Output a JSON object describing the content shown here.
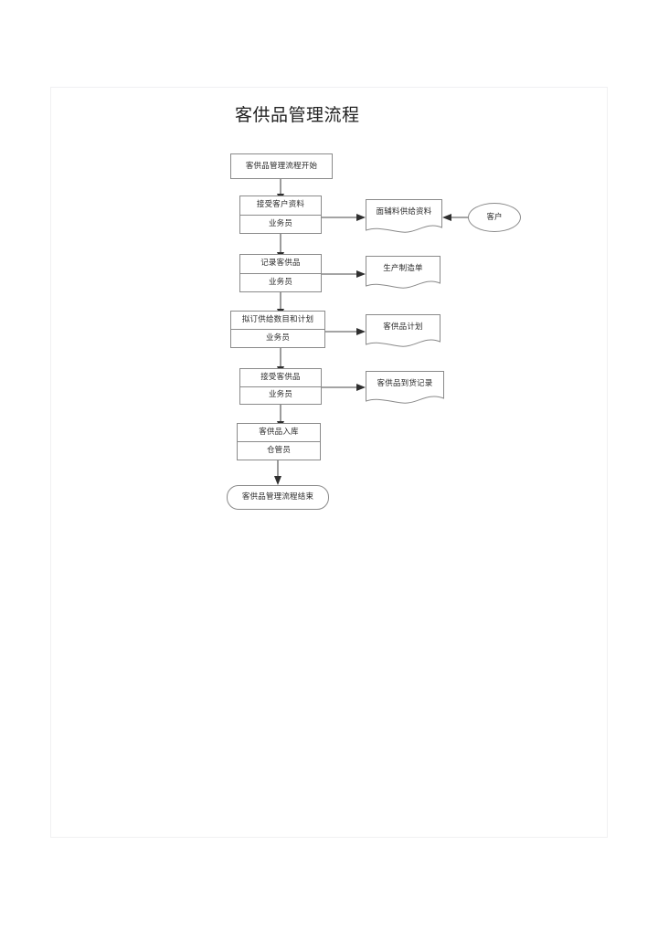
{
  "document": {
    "title": "客供品管理流程"
  },
  "flowchart": {
    "type": "flowchart",
    "orientation": "top-to-bottom",
    "nodes": [
      {
        "id": "start",
        "shape": "terminator-rect",
        "label": "客供品管理流程开始"
      },
      {
        "id": "p1",
        "shape": "process",
        "label": "接受客户资料",
        "role": "业务员"
      },
      {
        "id": "d1",
        "shape": "document",
        "label": "面辅料供给资料"
      },
      {
        "id": "e1",
        "shape": "ellipse",
        "label": "客户"
      },
      {
        "id": "p2",
        "shape": "process",
        "label": "记录客供品",
        "role": "业务员"
      },
      {
        "id": "d2",
        "shape": "document",
        "label": "生产制造单"
      },
      {
        "id": "p3",
        "shape": "process",
        "label": "拟订供给数目和计划",
        "role": "业务员"
      },
      {
        "id": "d3",
        "shape": "document",
        "label": "客供品计划"
      },
      {
        "id": "p4",
        "shape": "process",
        "label": "接受客供品",
        "role": "业务员"
      },
      {
        "id": "d4",
        "shape": "document",
        "label": "客供品到货记录"
      },
      {
        "id": "p5",
        "shape": "process",
        "label": "客供品入库",
        "role": "仓管员"
      },
      {
        "id": "end",
        "shape": "terminator-round",
        "label": "客供品管理流程结束"
      }
    ],
    "edges": [
      {
        "from": "start",
        "to": "p1",
        "direction": "down"
      },
      {
        "from": "p1",
        "to": "d1",
        "direction": "right"
      },
      {
        "from": "e1",
        "to": "d1",
        "direction": "left"
      },
      {
        "from": "p1",
        "to": "p2",
        "direction": "down"
      },
      {
        "from": "p2",
        "to": "d2",
        "direction": "right"
      },
      {
        "from": "p2",
        "to": "p3",
        "direction": "down"
      },
      {
        "from": "p3",
        "to": "d3",
        "direction": "right"
      },
      {
        "from": "p3",
        "to": "p4",
        "direction": "down"
      },
      {
        "from": "p4",
        "to": "d4",
        "direction": "right"
      },
      {
        "from": "p4",
        "to": "p5",
        "direction": "down"
      },
      {
        "from": "p5",
        "to": "end",
        "direction": "down"
      }
    ],
    "colors": {
      "node_border": "#8a8a8a",
      "connector": "#4a4a4a",
      "arrowhead": "#2f2f2f",
      "text": "#2a2a2a",
      "page_border": "#f0f0f2",
      "background": "#ffffff"
    }
  }
}
